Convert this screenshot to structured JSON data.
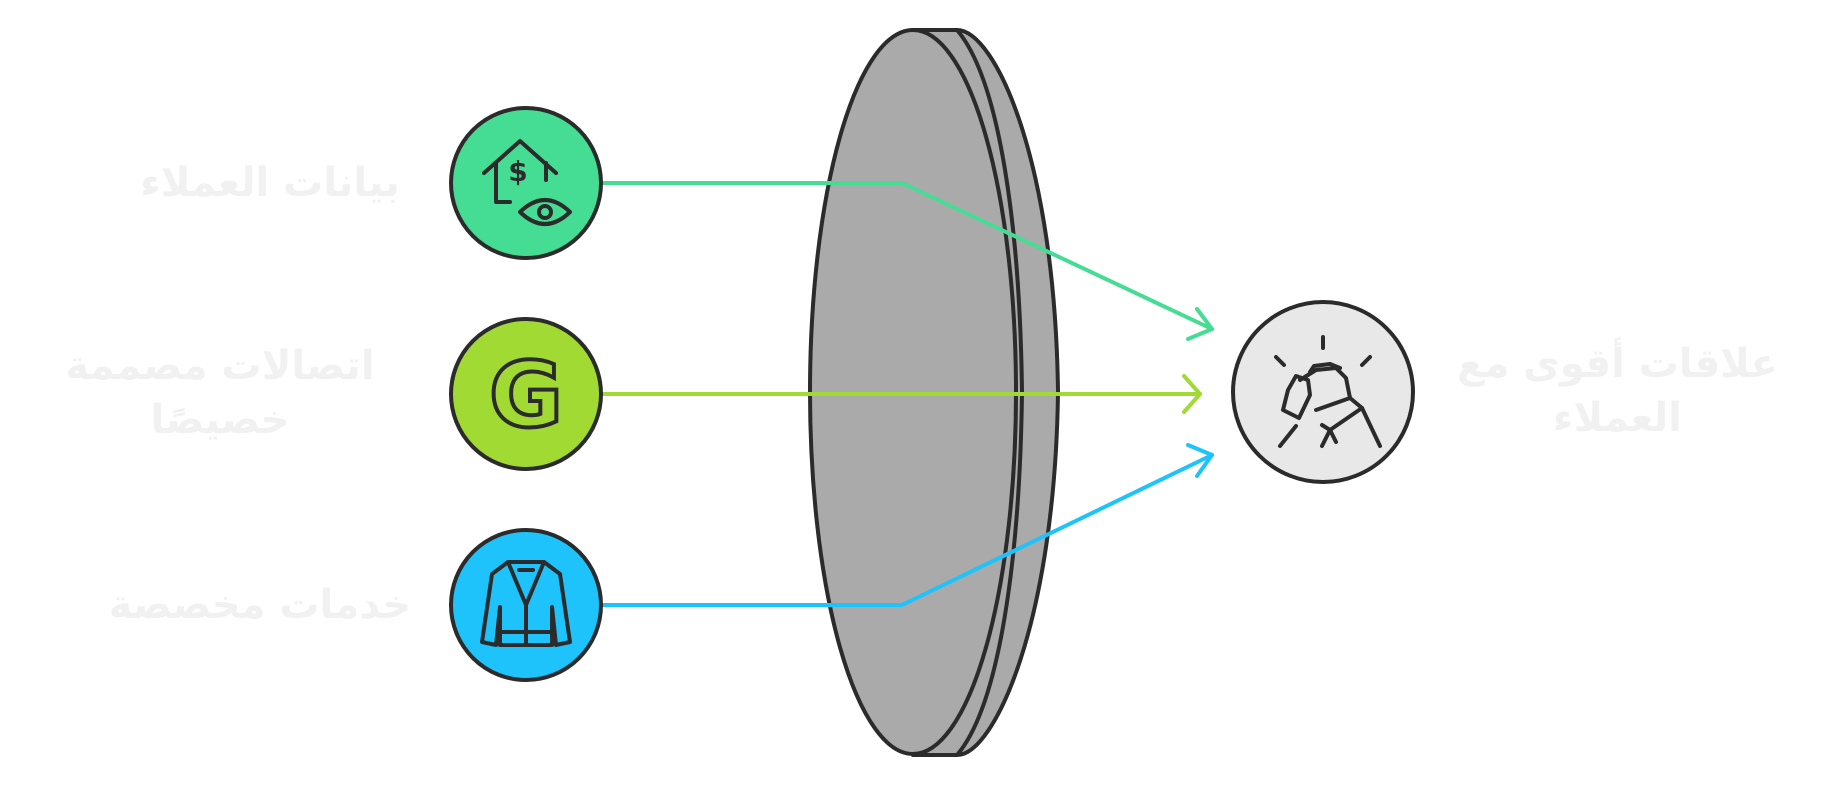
{
  "inputs": [
    {
      "label_lines": [
        "بيانات العملاء"
      ],
      "icon": "house-dollar-eye-icon",
      "color": "#45dd94"
    },
    {
      "label_lines": [
        "اتصالات مصممة",
        "خصيصًا"
      ],
      "icon": "letter-g-icon",
      "color": "#a2da34"
    },
    {
      "label_lines": [
        "خدمات مخصصة"
      ],
      "icon": "jacket-icon",
      "color": "#1ec3fc"
    }
  ],
  "lens": {
    "fill": "#aaaaaa",
    "stroke": "#2b2b2b"
  },
  "output": {
    "label_lines": [
      "علاقات أقوى مع",
      "العملاء"
    ],
    "icon": "handshake-icon",
    "color": "#e8e8e8"
  },
  "outline_color": "#2b2b2b",
  "label_color": "#f1f1f1"
}
